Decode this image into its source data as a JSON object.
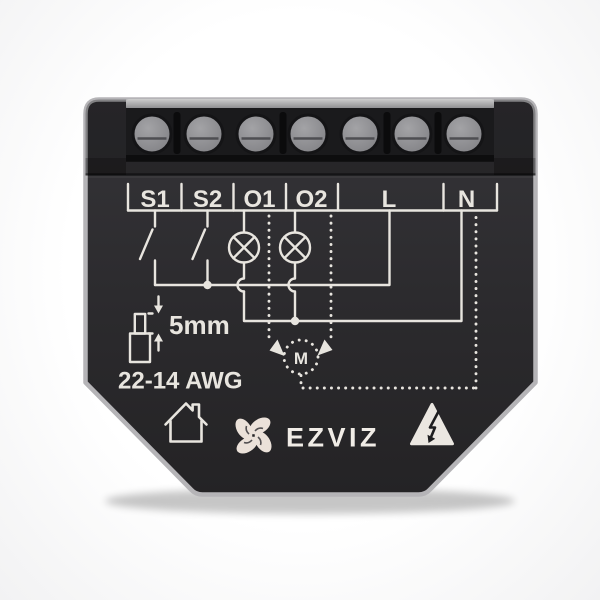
{
  "terminals": {
    "labels": [
      "S1",
      "S2",
      "O1",
      "O2",
      "L",
      "N"
    ]
  },
  "diagram": {
    "motor_label": "M",
    "elements": [
      "switch-on-S1",
      "switch-on-S2",
      "lamp-on-O1",
      "lamp-on-O2",
      "live-bus-to-L",
      "neutral-bus-to-N",
      "dotted-motor-option"
    ]
  },
  "strip_gauge": {
    "length": "5mm",
    "wire_range": "22-14 AWG"
  },
  "branding": {
    "wordmark": "EZVIZ"
  },
  "icons": [
    {
      "name": "indoor-house-icon"
    },
    {
      "name": "ezviz-flower-logo-icon"
    },
    {
      "name": "high-voltage-warning-icon"
    },
    {
      "name": "terminal-screw-icon"
    }
  ],
  "colors": {
    "background": "#f7f7f8",
    "body": "#2c2b2e",
    "body_rim": "#b5b4b7",
    "terminal_block": "#1a1a1c",
    "screw": "#929296",
    "print": "#e8e5df",
    "logo_petal": "#ebe1d9",
    "warning_fill": "#ebe7e1"
  }
}
